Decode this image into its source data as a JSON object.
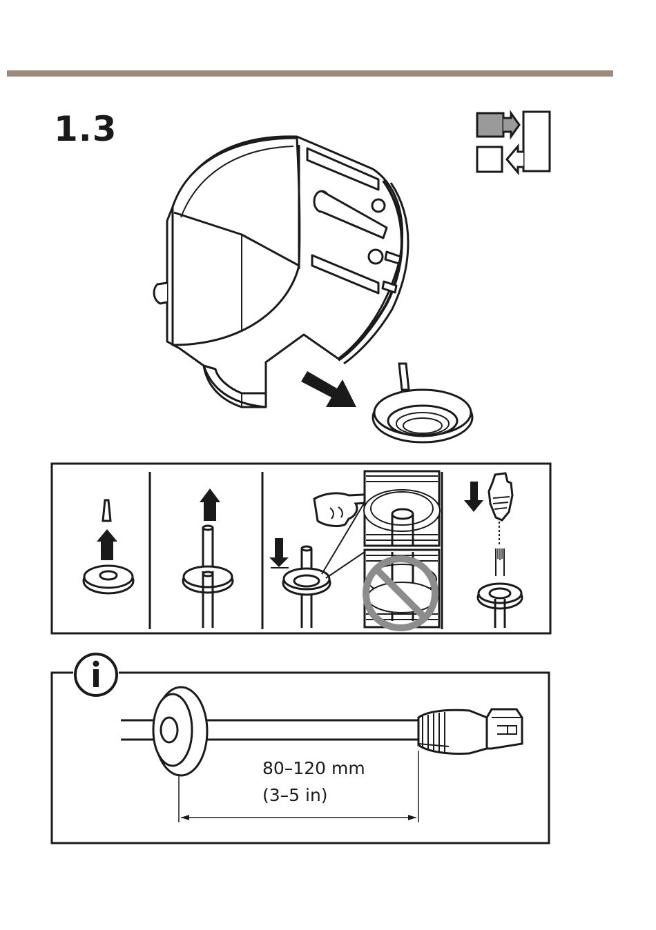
{
  "step": {
    "number": "1.3"
  },
  "info_panel": {
    "dimension_mm": "80–120 mm",
    "dimension_in": "(3–5 in)"
  },
  "colors": {
    "header_bar": "#9b8b7c",
    "line": "#1a1a1a",
    "highlight_gray": "#8a8a8a",
    "prohibit_gray": "#8c8c8c"
  }
}
